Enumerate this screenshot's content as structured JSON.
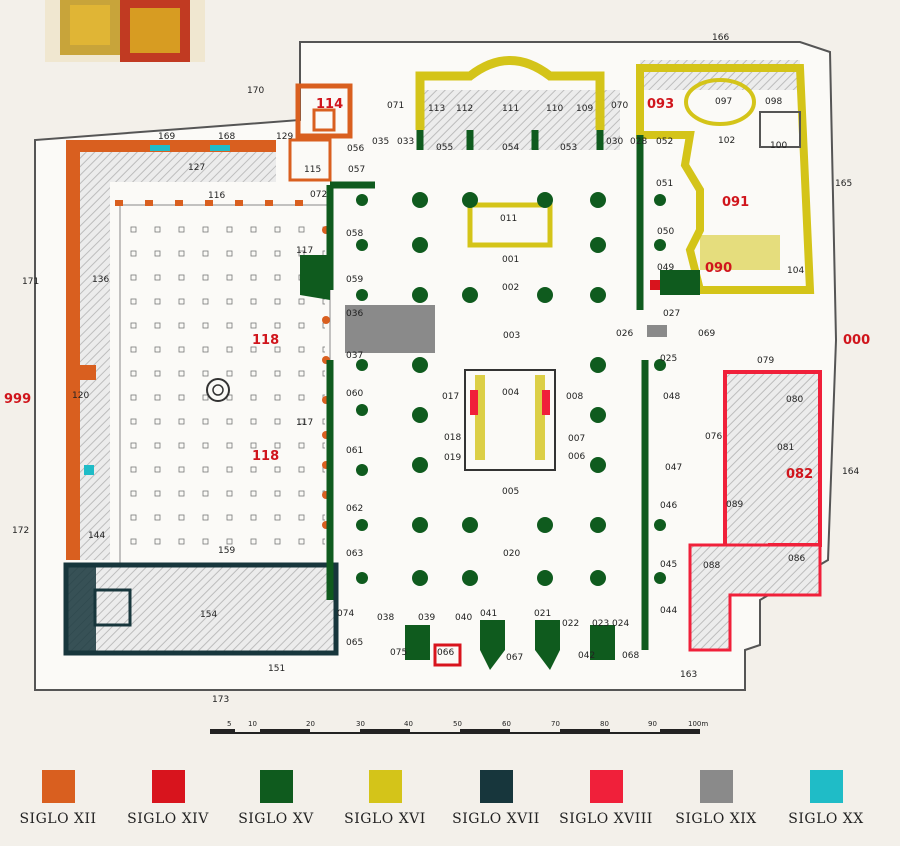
{
  "colors": {
    "siglo_xii": "#d95f1f",
    "siglo_xiv": "#d8141d",
    "siglo_xv": "#0f5b1e",
    "siglo_xvi": "#d4c419",
    "siglo_xvii": "#17363c",
    "siglo_xviii": "#f0203a",
    "siglo_xix": "#8a8a8a",
    "siglo_xx": "#1fbcc7",
    "floor": "#fbfaf7",
    "hatch": "#d9d9d9",
    "highlight_label": "#d0151c"
  },
  "legend": [
    {
      "label": "SIGLO XII",
      "color": "#d95f1f"
    },
    {
      "label": "SIGLO XIV",
      "color": "#d8141d"
    },
    {
      "label": "SIGLO XV",
      "color": "#0f5b1e"
    },
    {
      "label": "SIGLO XVI",
      "color": "#d4c419"
    },
    {
      "label": "SIGLO XVII",
      "color": "#17363c"
    },
    {
      "label": "SIGLO XVIII",
      "color": "#f0203a"
    },
    {
      "label": "SIGLO XIX",
      "color": "#8a8a8a"
    },
    {
      "label": "SIGLO XX",
      "color": "#1fbcc7"
    }
  ],
  "highlight_labels": [
    "114",
    "093",
    "091",
    "090",
    "000",
    "118",
    "118",
    "082",
    "999"
  ],
  "room_labels": [
    "166",
    "170",
    "171",
    "172",
    "173",
    "165",
    "164",
    "163",
    "151",
    "159",
    "169",
    "168",
    "129",
    "127",
    "116",
    "136",
    "117",
    "117",
    "120",
    "144",
    "154",
    "071",
    "035",
    "033",
    "056",
    "057",
    "115",
    "072",
    "058",
    "059",
    "036",
    "037",
    "060",
    "061",
    "062",
    "063",
    "065",
    "074",
    "075",
    "038",
    "039",
    "040",
    "041",
    "066",
    "067",
    "021",
    "022",
    "023",
    "042",
    "068",
    "024",
    "113",
    "112",
    "111",
    "110",
    "109",
    "055",
    "054",
    "053",
    "030",
    "070",
    "028",
    "052",
    "051",
    "050",
    "049",
    "097",
    "098",
    "102",
    "100",
    "104",
    "011",
    "001",
    "002",
    "003",
    "004",
    "005",
    "006",
    "007",
    "008",
    "017",
    "018",
    "019",
    "020",
    "026",
    "027",
    "025",
    "069",
    "048",
    "047",
    "046",
    "045",
    "044",
    "076",
    "079",
    "080",
    "081",
    "089",
    "086",
    "088"
  ],
  "scale": {
    "ticks": [
      "5",
      "10",
      "20",
      "30",
      "40",
      "50",
      "60",
      "70",
      "80",
      "90",
      "100m"
    ]
  }
}
